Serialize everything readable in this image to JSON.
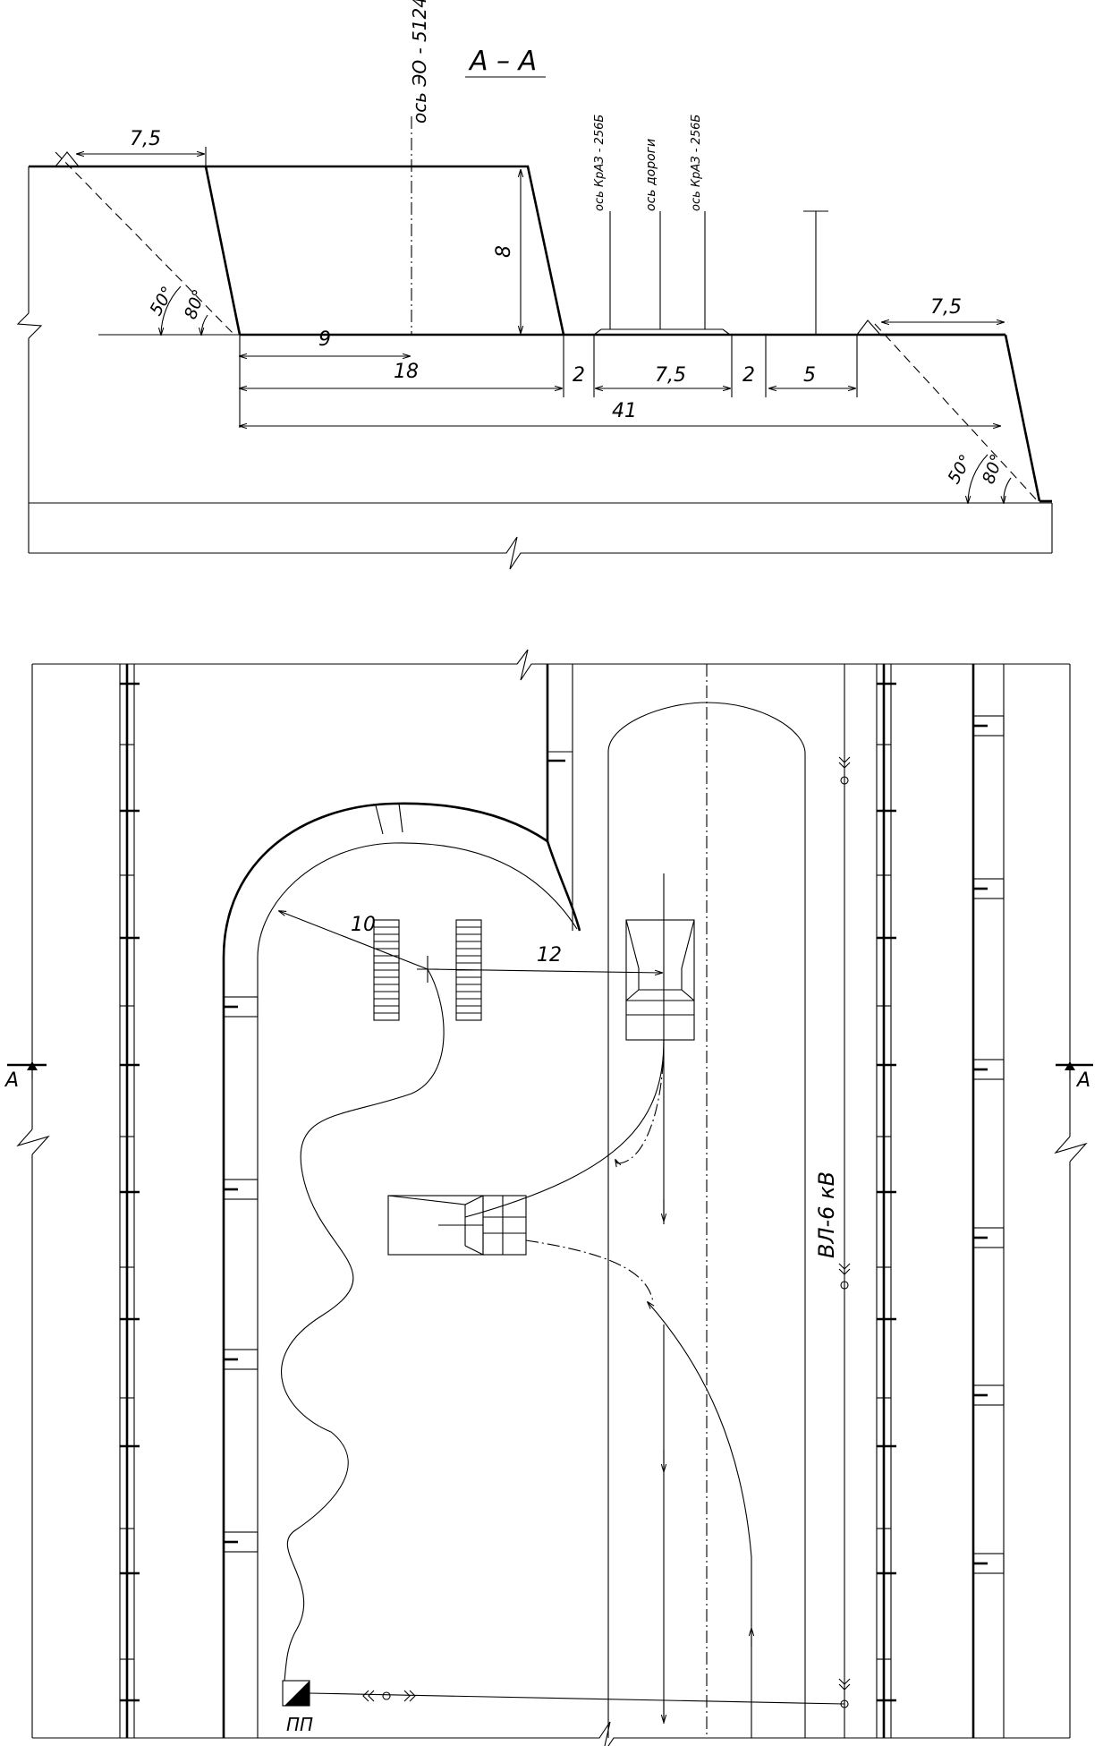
{
  "section": {
    "title": "А – А",
    "axis_excavator": "ось ЭО - 5124",
    "axis_kraz_left": "ось КрАЗ - 256Б",
    "axis_road": "ось дороги",
    "axis_kraz_right": "ось КрАЗ - 256Б",
    "dims": {
      "berm_left": "7,5",
      "height": "8",
      "half_width": "9",
      "to_axis": "18",
      "shoulder_a": "2",
      "road": "7,5",
      "shoulder_b": "2",
      "line_zone": "5",
      "berm_right": "7,5",
      "total": "41"
    },
    "angles": {
      "left_50": "50°",
      "left_80": "80°",
      "right_50": "50°",
      "right_80": "80°"
    }
  },
  "plan": {
    "radius": "10",
    "reach": "12",
    "section_mark_left": "А",
    "section_mark_right": "А",
    "power_line": "ВЛ-6 кВ",
    "substation": "ПП"
  }
}
